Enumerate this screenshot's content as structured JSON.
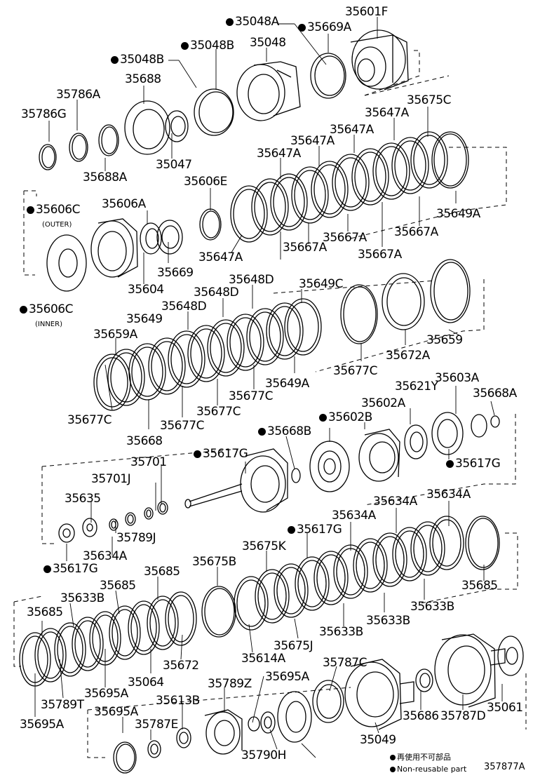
{
  "diagram_code": "357877A",
  "legend": {
    "jp": "再使用不可部品",
    "en": "Non-reusable part"
  },
  "sub_labels": {
    "outer": "(OUTER)",
    "inner": "(INNER)"
  },
  "parts": [
    {
      "id": "35048A",
      "np": true
    },
    {
      "id": "35669A",
      "np": true
    },
    {
      "id": "35601F",
      "np": false
    },
    {
      "id": "35048B",
      "np": true
    },
    {
      "id": "35048",
      "np": false
    },
    {
      "id": "35048B",
      "np": true
    },
    {
      "id": "35688",
      "np": false
    },
    {
      "id": "35786A",
      "np": false
    },
    {
      "id": "35786G",
      "np": false
    },
    {
      "id": "35688A",
      "np": false
    },
    {
      "id": "35047",
      "np": false
    },
    {
      "id": "35675C",
      "np": false
    },
    {
      "id": "35647A",
      "np": false
    },
    {
      "id": "35647A",
      "np": false
    },
    {
      "id": "35647A",
      "np": false
    },
    {
      "id": "35647A",
      "np": false
    },
    {
      "id": "35606E",
      "np": false
    },
    {
      "id": "35649A",
      "np": false
    },
    {
      "id": "35606C",
      "np": true
    },
    {
      "id": "35606A",
      "np": false
    },
    {
      "id": "35667A",
      "np": false
    },
    {
      "id": "35667A",
      "np": false
    },
    {
      "id": "35647A",
      "np": false
    },
    {
      "id": "35667A",
      "np": false
    },
    {
      "id": "35667A",
      "np": false
    },
    {
      "id": "35669",
      "np": false
    },
    {
      "id": "35604",
      "np": false
    },
    {
      "id": "35648D",
      "np": false
    },
    {
      "id": "35649C",
      "np": false
    },
    {
      "id": "35648D",
      "np": false
    },
    {
      "id": "35606C",
      "np": true
    },
    {
      "id": "35648D",
      "np": false
    },
    {
      "id": "35649",
      "np": false
    },
    {
      "id": "35659A",
      "np": false
    },
    {
      "id": "35659",
      "np": false
    },
    {
      "id": "35672A",
      "np": false
    },
    {
      "id": "35677C",
      "np": false
    },
    {
      "id": "35677C",
      "np": false
    },
    {
      "id": "35649A",
      "np": false
    },
    {
      "id": "35677C",
      "np": false
    },
    {
      "id": "35677C",
      "np": false
    },
    {
      "id": "35677C",
      "np": false
    },
    {
      "id": "35668",
      "np": false
    },
    {
      "id": "35603A",
      "np": false
    },
    {
      "id": "35668A",
      "np": false
    },
    {
      "id": "35621Y",
      "np": false
    },
    {
      "id": "35602A",
      "np": false
    },
    {
      "id": "35602B",
      "np": true
    },
    {
      "id": "35668B",
      "np": true
    },
    {
      "id": "35617G",
      "np": true
    },
    {
      "id": "35701",
      "np": false
    },
    {
      "id": "35617G",
      "np": true
    },
    {
      "id": "35701J",
      "np": false
    },
    {
      "id": "35635",
      "np": false
    },
    {
      "id": "35634A",
      "np": false
    },
    {
      "id": "35634A",
      "np": false
    },
    {
      "id": "35634A",
      "np": false
    },
    {
      "id": "35617G",
      "np": true
    },
    {
      "id": "35789J",
      "np": false
    },
    {
      "id": "35617G",
      "np": true
    },
    {
      "id": "35634A",
      "np": false
    },
    {
      "id": "35675K",
      "np": false
    },
    {
      "id": "35675B",
      "np": false
    },
    {
      "id": "35685",
      "np": false
    },
    {
      "id": "35685",
      "np": false
    },
    {
      "id": "35685",
      "np": false
    },
    {
      "id": "35633B",
      "np": false
    },
    {
      "id": "35685",
      "np": false
    },
    {
      "id": "35633B",
      "np": false
    },
    {
      "id": "35633B",
      "np": false
    },
    {
      "id": "35633B",
      "np": false
    },
    {
      "id": "35675J",
      "np": false
    },
    {
      "id": "35672",
      "np": false
    },
    {
      "id": "35614A",
      "np": false
    },
    {
      "id": "35787C",
      "np": false
    },
    {
      "id": "35695A",
      "np": false
    },
    {
      "id": "35695A",
      "np": false
    },
    {
      "id": "35064",
      "np": false
    },
    {
      "id": "35789Z",
      "np": false
    },
    {
      "id": "35613B",
      "np": false
    },
    {
      "id": "35695A",
      "np": false
    },
    {
      "id": "35695A",
      "np": false
    },
    {
      "id": "35789T",
      "np": false
    },
    {
      "id": "35787E",
      "np": false
    },
    {
      "id": "35686",
      "np": false
    },
    {
      "id": "35061",
      "np": false
    },
    {
      "id": "35049",
      "np": false
    },
    {
      "id": "35787D",
      "np": false
    },
    {
      "id": "35790H",
      "np": false
    }
  ]
}
